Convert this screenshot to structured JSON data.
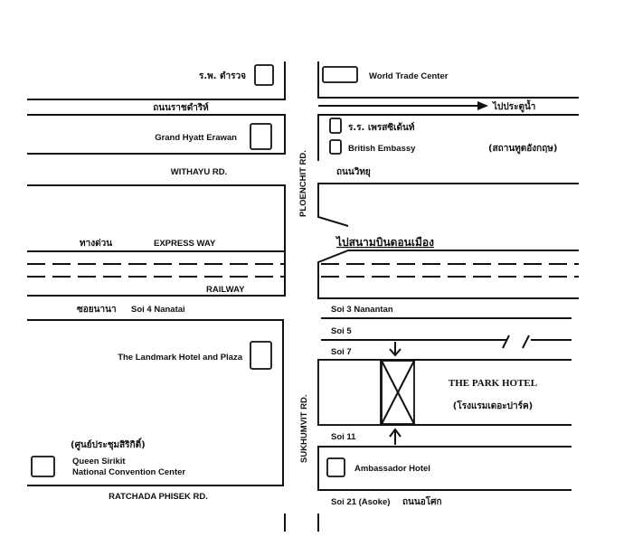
{
  "map": {
    "roads": {
      "ploenchit": "PLOENCHIT RD.",
      "sukhumvit": "SUKHUMVIT RD.",
      "ratchadamri_th": "ถนนราชดำริห์",
      "withayu": "WITHAYU RD.",
      "withayu_th": "ถนนวิทยุ",
      "expressway_th": "ทางด่วน",
      "expressway": "EXPRESS WAY",
      "railway": "RAILWAY",
      "nana_th": "ซอยนานา",
      "soi4": "Soi 4 Nanatai",
      "ratchada": "RATCHADA PHISEK RD.",
      "soi3": "Soi 3 Nanantan",
      "soi5": "Soi 5",
      "soi7": "Soi 7",
      "soi11": "Soi 11",
      "soi21": "Soi 21 (Asoke)",
      "asoke_th": "ถนนอโศก"
    },
    "directions": {
      "pratunam": "ไปประตูน้ำ",
      "airport": "ไปสนามบินดอนเมือง"
    },
    "places": {
      "police_hospital": "ร.พ. ตำรวจ",
      "world_trade_center": "World Trade Center",
      "grand_hyatt": "Grand Hyatt Erawan",
      "president_hotel_th": "ร.ร. เพรสซิเด้นท์",
      "british_embassy": "British Embassy",
      "british_embassy_th": "(สถานทูตอังกฤษ)",
      "landmark": "The Landmark Hotel and Plaza",
      "qsncc_th": "(ศูนย์ประชุมสิริกิติ์)",
      "qsncc_line1": "Queen Sirikit",
      "qsncc_line2": "National Convention Center",
      "park_hotel": "THE PARK HOTEL",
      "park_hotel_th": "(โรงแรมเดอะปาร์ค)",
      "ambassador": "Ambassador Hotel"
    }
  }
}
